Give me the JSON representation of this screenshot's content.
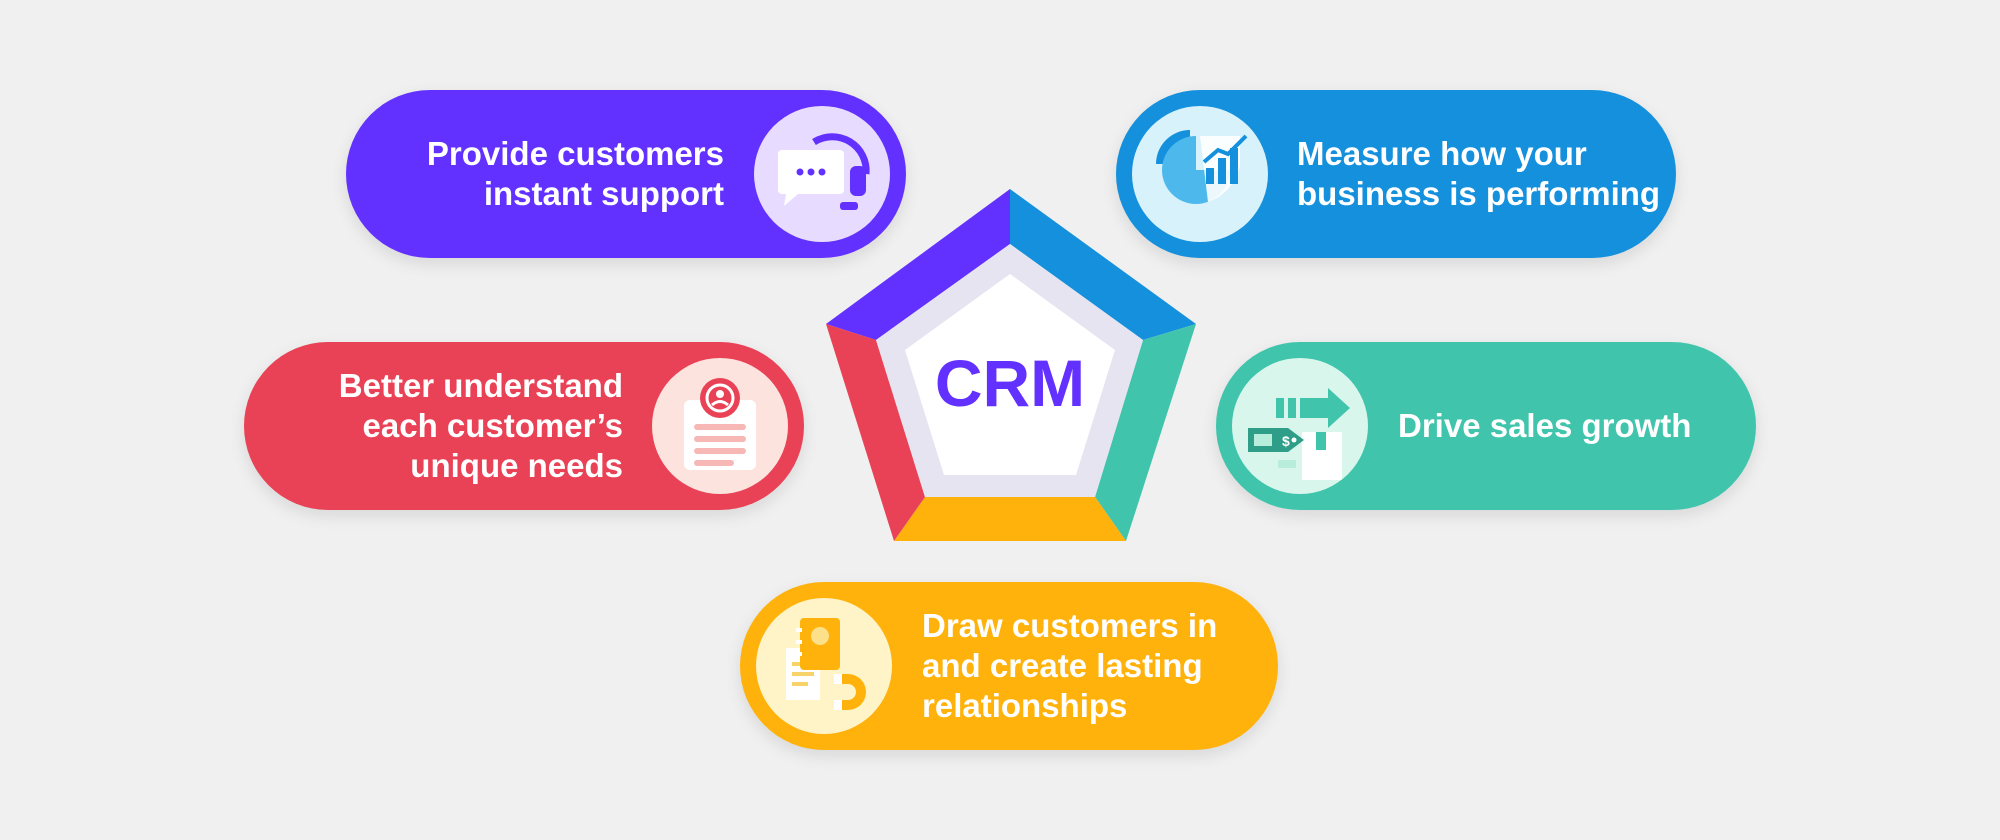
{
  "center": {
    "label": "CRM"
  },
  "benefits": [
    {
      "id": "support",
      "text": "Provide customers\ninstant support",
      "color": "#6331ff",
      "icon": "headset-chat-icon"
    },
    {
      "id": "measure",
      "text": "Measure how your\nbusiness is performing",
      "color": "#1490dc",
      "icon": "analytics-chart-icon"
    },
    {
      "id": "understand",
      "text": "Better understand\neach customer’s\nunique needs",
      "color": "#e94256",
      "icon": "customer-profile-icon"
    },
    {
      "id": "drive",
      "text": "Drive sales growth",
      "color": "#40c5ac",
      "icon": "sales-growth-icon"
    },
    {
      "id": "draw",
      "text": "Draw customers in\nand create lasting\nrelationships",
      "color": "#ffb20c",
      "icon": "contact-book-magnet-icon"
    }
  ]
}
